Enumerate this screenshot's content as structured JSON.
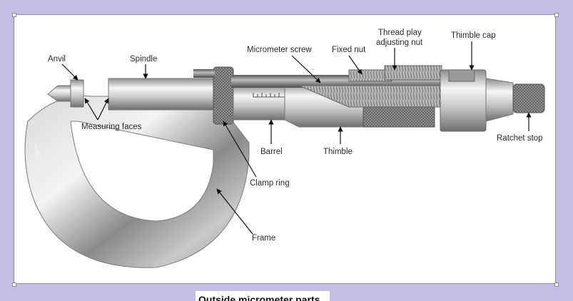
{
  "caption": "Outside micrometer parts",
  "labels": {
    "anvil": "Anvil",
    "spindle": "Spindle",
    "micrometer_screw": "Micrometer screw",
    "fixed_nut": "Fixed nut",
    "thread_play_line1": "Thread play",
    "thread_play_line2": "adjusting nut",
    "thimble_cap": "Thimble cap",
    "measuring_faces": "Measuring faces",
    "barrel": "Barrel",
    "thimble": "Thimble",
    "ratchet_stop": "Ratchet stop",
    "clamp_ring": "Clamp ring",
    "frame": "Frame"
  },
  "colors": {
    "background": "#c4bde3",
    "panel": "#ffffff",
    "metal_light": "#f2f2f2",
    "metal_dark": "#6b6b6b"
  }
}
